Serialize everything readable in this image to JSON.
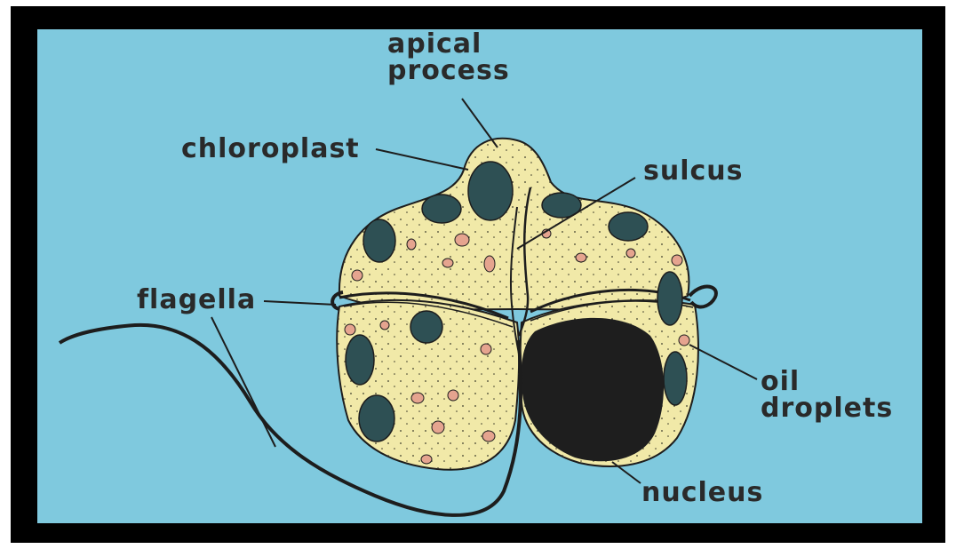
{
  "diagram": {
    "labels": {
      "apical_process_line1": "apical",
      "apical_process_line2": "process",
      "chloroplast": "chloroplast",
      "sulcus": "sulcus",
      "flagella": "flagella",
      "oil_droplets_line1": "oil",
      "oil_droplets_line2": "droplets",
      "nucleus": "nucleus"
    },
    "colors": {
      "background": "#7fc9de",
      "frame": "#000000",
      "cell_fill": "#f1e9a8",
      "outline": "#1d1d1d",
      "chloroplast_fill": "#2e5054",
      "oil_droplet_fill": "#e5a48f",
      "nucleus_fill": "#1e1e1e",
      "label_text": "#2a2a2a"
    }
  }
}
